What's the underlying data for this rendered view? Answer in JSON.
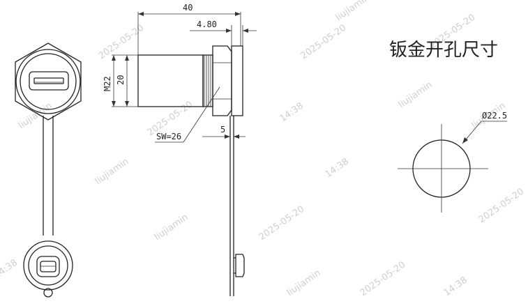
{
  "dimensions": {
    "length": "40",
    "flange": "4.80",
    "thread": "M22",
    "body_dia": "20",
    "wrench": "SW=26",
    "panel": "5"
  },
  "cutout": {
    "title": "钣金开孔尺寸",
    "hole": "Ø22.5"
  },
  "watermark": {
    "brand": "liujiamin",
    "date": "2025-05-20",
    "time": "14:38"
  },
  "colors": {
    "line": "#222222",
    "watermark": "#cfcfcf"
  }
}
